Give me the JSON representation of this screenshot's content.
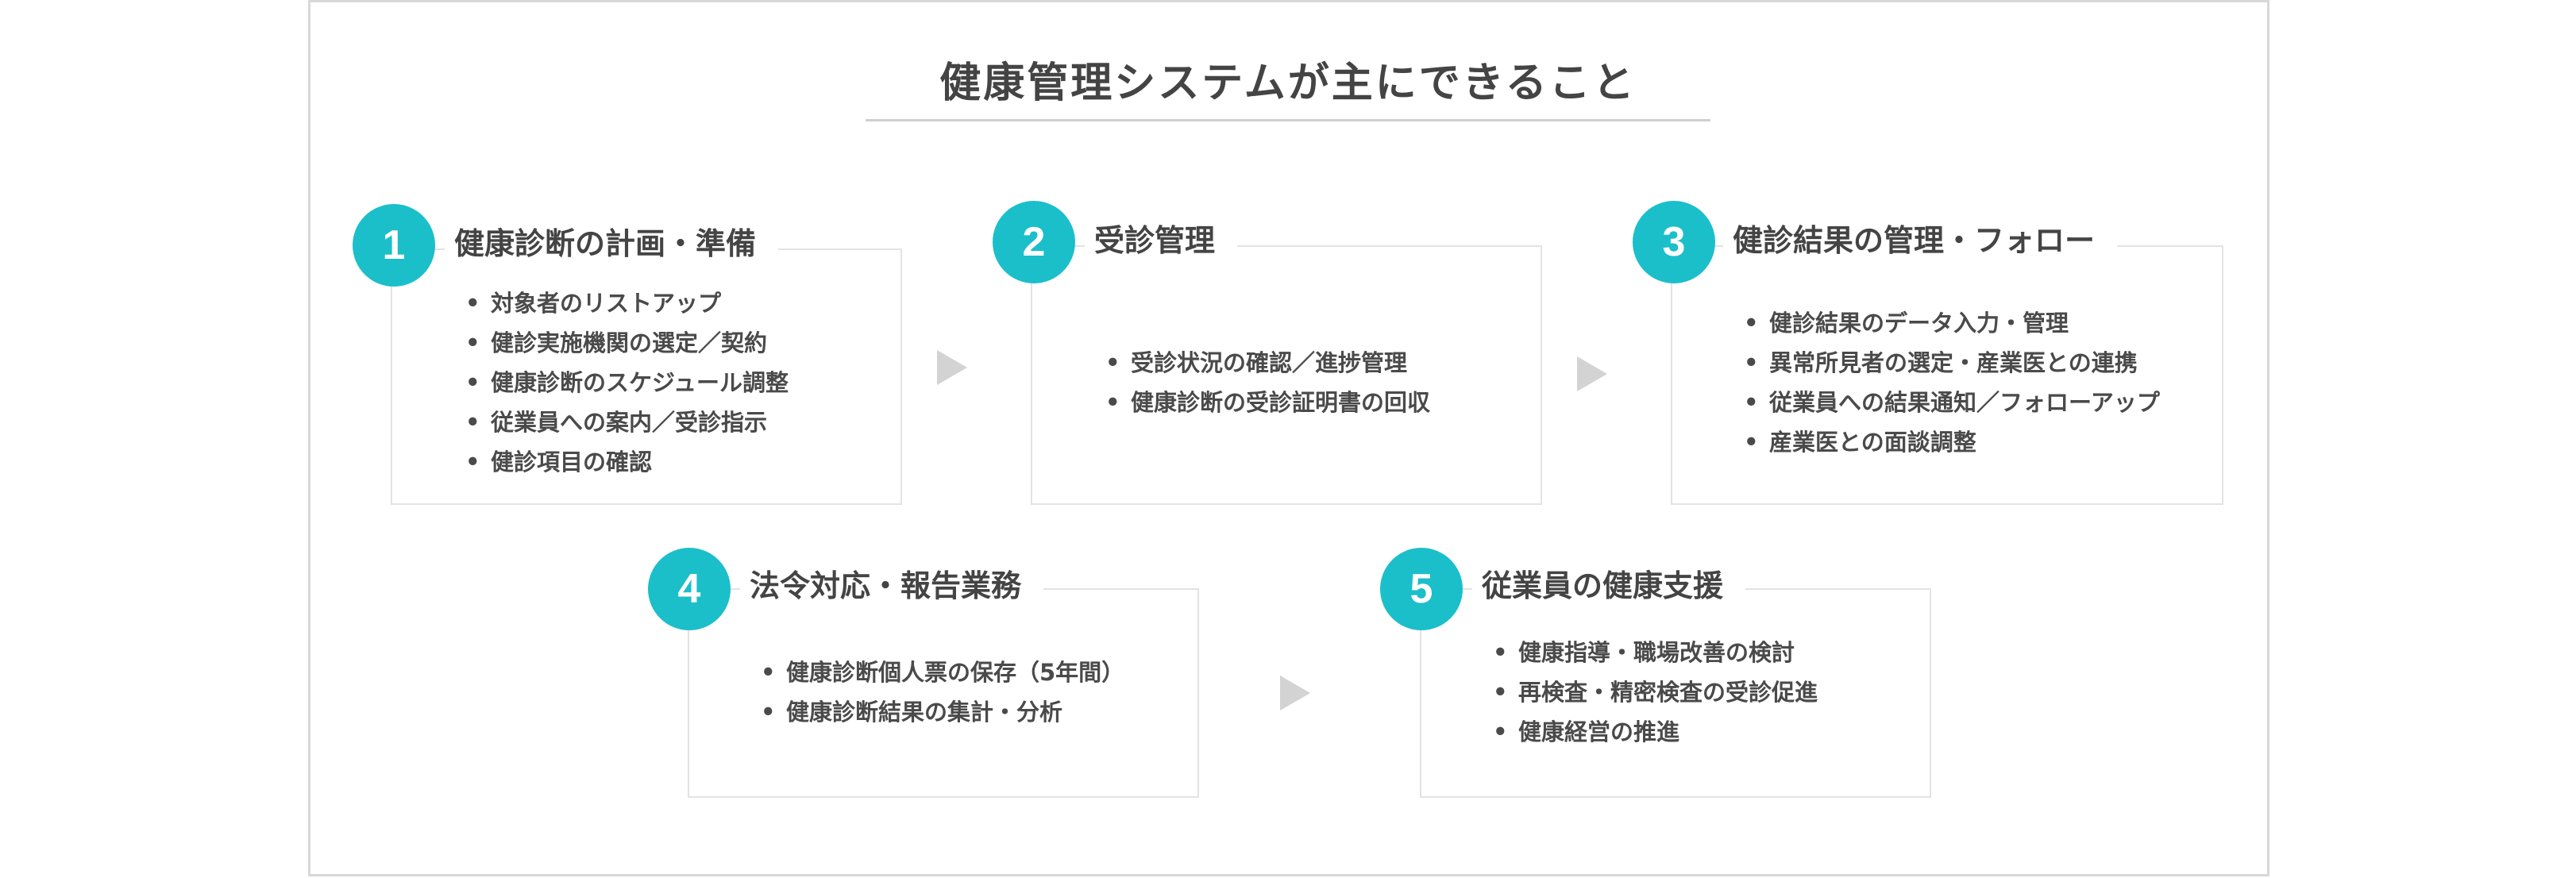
{
  "title": "健康管理システムが主にできること",
  "colors": {
    "accent": "#1bbfca",
    "arrow": "#d3d3d3",
    "border": "#e3e3e3"
  },
  "steps": [
    {
      "number": "1",
      "title": "健康診断の計画・準備",
      "items": [
        "対象者のリストアップ",
        "健診実施機関の選定／契約",
        "健康診断のスケジュール調整",
        "従業員への案内／受診指示",
        "健診項目の確認"
      ]
    },
    {
      "number": "2",
      "title": "受診管理",
      "items": [
        "受診状況の確認／進捗管理",
        "健康診断の受診証明書の回収"
      ]
    },
    {
      "number": "3",
      "title": "健診結果の管理・フォロー",
      "items": [
        "健診結果のデータ入力・管理",
        "異常所見者の選定・産業医との連携",
        "従業員への結果通知／フォローアップ",
        "産業医との面談調整"
      ]
    },
    {
      "number": "4",
      "title": "法令対応・報告業務",
      "items": [
        "健康診断個人票の保存（5年間）",
        "健康診断結果の集計・分析"
      ]
    },
    {
      "number": "5",
      "title": "従業員の健康支援",
      "items": [
        "健康指導・職場改善の検討",
        "再検査・精密検査の受診促進",
        "健康経営の推進"
      ]
    }
  ]
}
